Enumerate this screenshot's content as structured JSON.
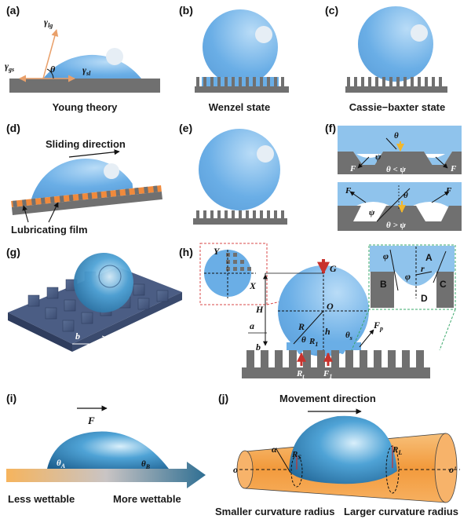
{
  "panels": {
    "a": {
      "label": "(a)",
      "caption": "Young theory",
      "sym_lg": "γ",
      "sub_lg": "lg",
      "sym_gs": "γ",
      "sub_gs": "gs",
      "sym_sl": "γ",
      "sub_sl": "sl",
      "theta": "θ"
    },
    "b": {
      "label": "(b)",
      "caption": "Wenzel state"
    },
    "c": {
      "label": "(c)",
      "caption": "Cassie−baxter state"
    },
    "d": {
      "label": "(d)",
      "title": "Sliding direction",
      "caption": "Lubricating film"
    },
    "e": {
      "label": "(e)"
    },
    "f": {
      "label": "(f)",
      "theta": "θ",
      "psi": "ψ",
      "F": "F",
      "cond_top": "θ < ψ",
      "cond_bottom": "θ > ψ"
    },
    "g": {
      "label": "(g)",
      "a": "a",
      "b": "b"
    },
    "h": {
      "label": "(h)",
      "G": "G",
      "Y": "Y",
      "X": "X",
      "O": "O",
      "H": "H",
      "R": "R",
      "h": "h",
      "a": "a",
      "b": "b",
      "theta": "θ",
      "R1": "R",
      "R1_sub": "1",
      "Rt": "R",
      "Rt_sub": "t",
      "F1": "F",
      "F1_sub": "1",
      "Fp": "F",
      "Fp_sub": "p",
      "theta_s": "θ",
      "theta_s_sub": "s",
      "A": "A",
      "B": "B",
      "C": "C",
      "D": "D",
      "phi": "φ",
      "r": "r"
    },
    "i": {
      "label": "(i)",
      "F": "F",
      "thetaA": "θ",
      "thetaA_sub": "A",
      "thetaB": "θ",
      "thetaB_sub": "B",
      "left_text": "Less wettable",
      "right_text": "More wettable"
    },
    "j": {
      "label": "(j)",
      "title": "Movement direction",
      "alpha": "α",
      "Rs": "R",
      "Rs_sub": "S",
      "Rl": "R",
      "Rl_sub": "L",
      "o": "o",
      "o2": "o'",
      "left_text": "Smaller curvature radius",
      "right_text": "Larger curvature radius"
    }
  },
  "colors": {
    "drop": "#6aaee6",
    "drop_light": "#a9d3f5",
    "substrate": "#707070",
    "arrow": "#111111",
    "force": "#c8322d",
    "lubricant": "#f08a3c",
    "tube": "#f4a24a",
    "gradient_start": "#f5b96a",
    "gradient_end": "#3c7da0"
  }
}
